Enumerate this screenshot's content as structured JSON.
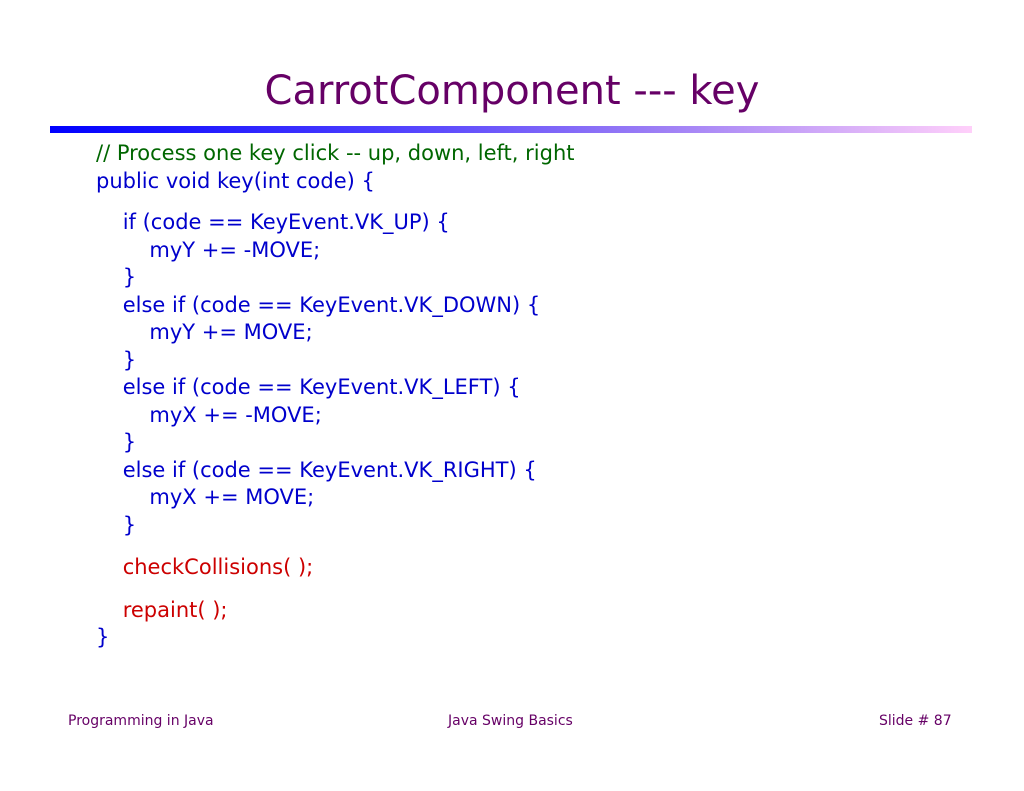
{
  "slide": {
    "title": "CarrotComponent --- key",
    "colors": {
      "title": "#660066",
      "comment": "#006600",
      "code": "#0000cc",
      "highlight": "#cc0000",
      "rule_start": "#0000ff",
      "rule_end": "#ffd0fa"
    },
    "code": {
      "comment": "// Process one key click -- up, down, left, right",
      "signature": "public void key(int code) {",
      "lines": [
        "    if (code == KeyEvent.VK_UP) {",
        "        myY += -MOVE;",
        "    }",
        "    else if (code == KeyEvent.VK_DOWN) {",
        "        myY += MOVE;",
        "    }",
        "    else if (code == KeyEvent.VK_LEFT) {",
        "        myX += -MOVE;",
        "    }",
        "    else if (code == KeyEvent.VK_RIGHT) {",
        "        myX += MOVE;",
        "    }"
      ],
      "check_collisions": "    checkCollisions( );",
      "repaint": "    repaint( );",
      "closing_brace": "}"
    },
    "footer": {
      "left": "Programming in Java",
      "center": "Java Swing Basics",
      "right": "Slide # 87"
    }
  }
}
